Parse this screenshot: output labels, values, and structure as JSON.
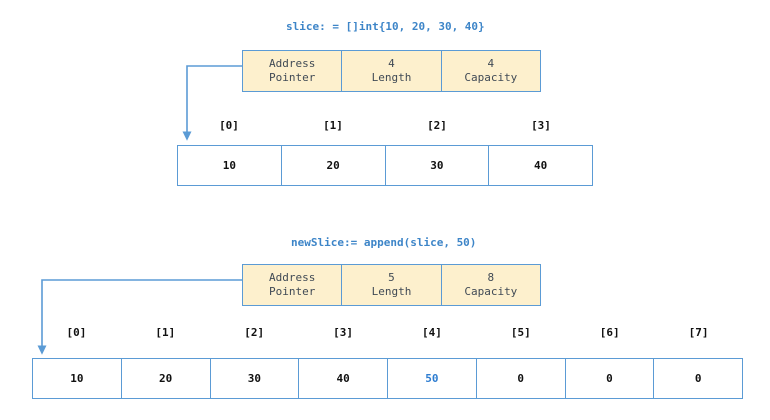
{
  "diagram": {
    "title_top": "slice: = []int{10, 20, 30, 40}",
    "title_bottom": "newSlice:= append(slice, 50)",
    "colors": {
      "accent_blue": "#3d85c8",
      "border_blue": "#5b9bd5",
      "header_fill": "#fdf0cd",
      "value_text": "#111111",
      "appended_value": "#2e7dd1",
      "background": "#ffffff"
    },
    "top": {
      "header": {
        "cells": [
          {
            "value": "Address",
            "label": "Pointer"
          },
          {
            "value": "4",
            "label": "Length"
          },
          {
            "value": "4",
            "label": "Capacity"
          }
        ]
      },
      "indices": [
        "[0]",
        "[1]",
        "[2]",
        "[3]"
      ],
      "values": [
        "10",
        "20",
        "30",
        "40"
      ],
      "pointer_arrow": "address-pointer-to-element-0"
    },
    "bottom": {
      "header": {
        "cells": [
          {
            "value": "Address",
            "label": "Pointer"
          },
          {
            "value": "5",
            "label": "Length"
          },
          {
            "value": "8",
            "label": "Capacity"
          }
        ]
      },
      "indices": [
        "[0]",
        "[1]",
        "[2]",
        "[3]",
        "[4]",
        "[5]",
        "[6]",
        "[7]"
      ],
      "values": [
        "10",
        "20",
        "30",
        "40",
        "50",
        "0",
        "0",
        "0"
      ],
      "accent_index": 4,
      "pointer_arrow": "address-pointer-to-element-0"
    }
  }
}
